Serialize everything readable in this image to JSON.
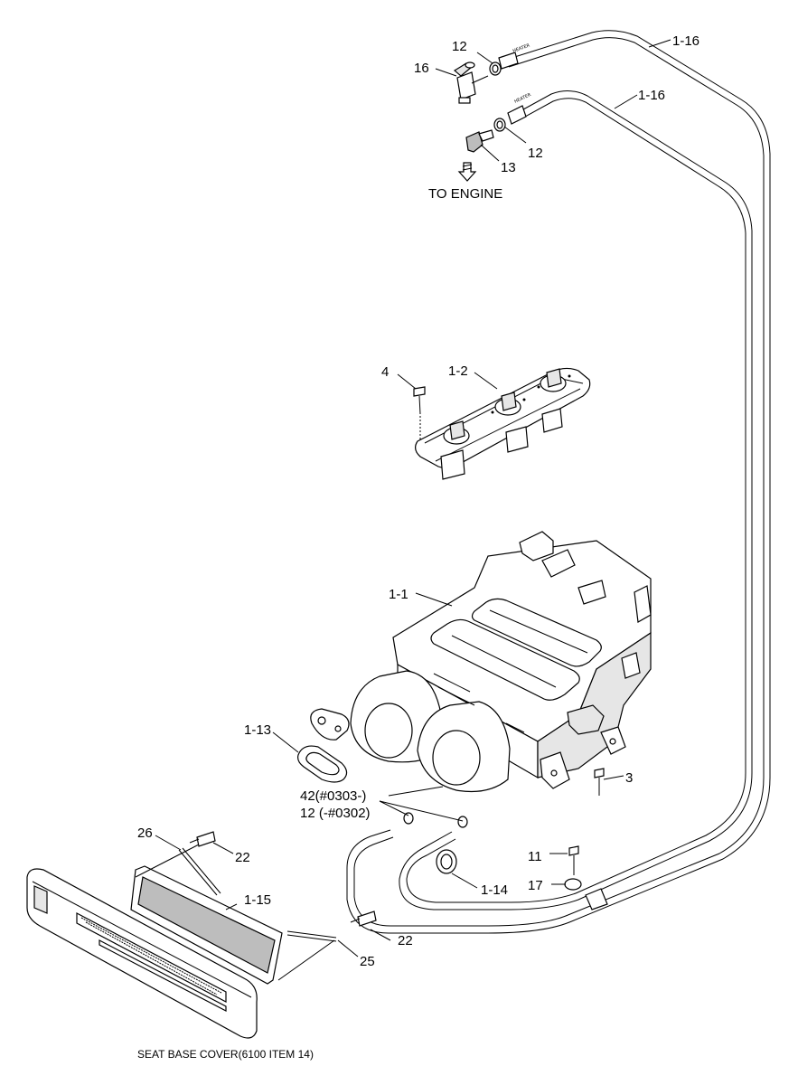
{
  "labels": {
    "l_1_16_a": "1-16",
    "l_1_16_b": "1-16",
    "l_12_a": "12",
    "l_16": "16",
    "l_12_b": "12",
    "l_13": "13",
    "to_engine": "TO ENGINE",
    "l_4": "4",
    "l_1_2": "1-2",
    "l_1_1": "1-1",
    "l_1_13": "1-13",
    "l_3": "3",
    "l_42": "42(#0303-)",
    "l_12_c": "12 (-#0302)",
    "l_26": "26",
    "l_22_a": "22",
    "l_11": "11",
    "l_17": "17",
    "l_1_14": "1-14",
    "l_1_15": "1-15",
    "l_22_b": "22",
    "l_25": "25",
    "seat_base": "SEAT BASE COVER(6100 ITEM 14)",
    "hose_tag_a": "HEATER",
    "hose_tag_b": "HEATER"
  }
}
